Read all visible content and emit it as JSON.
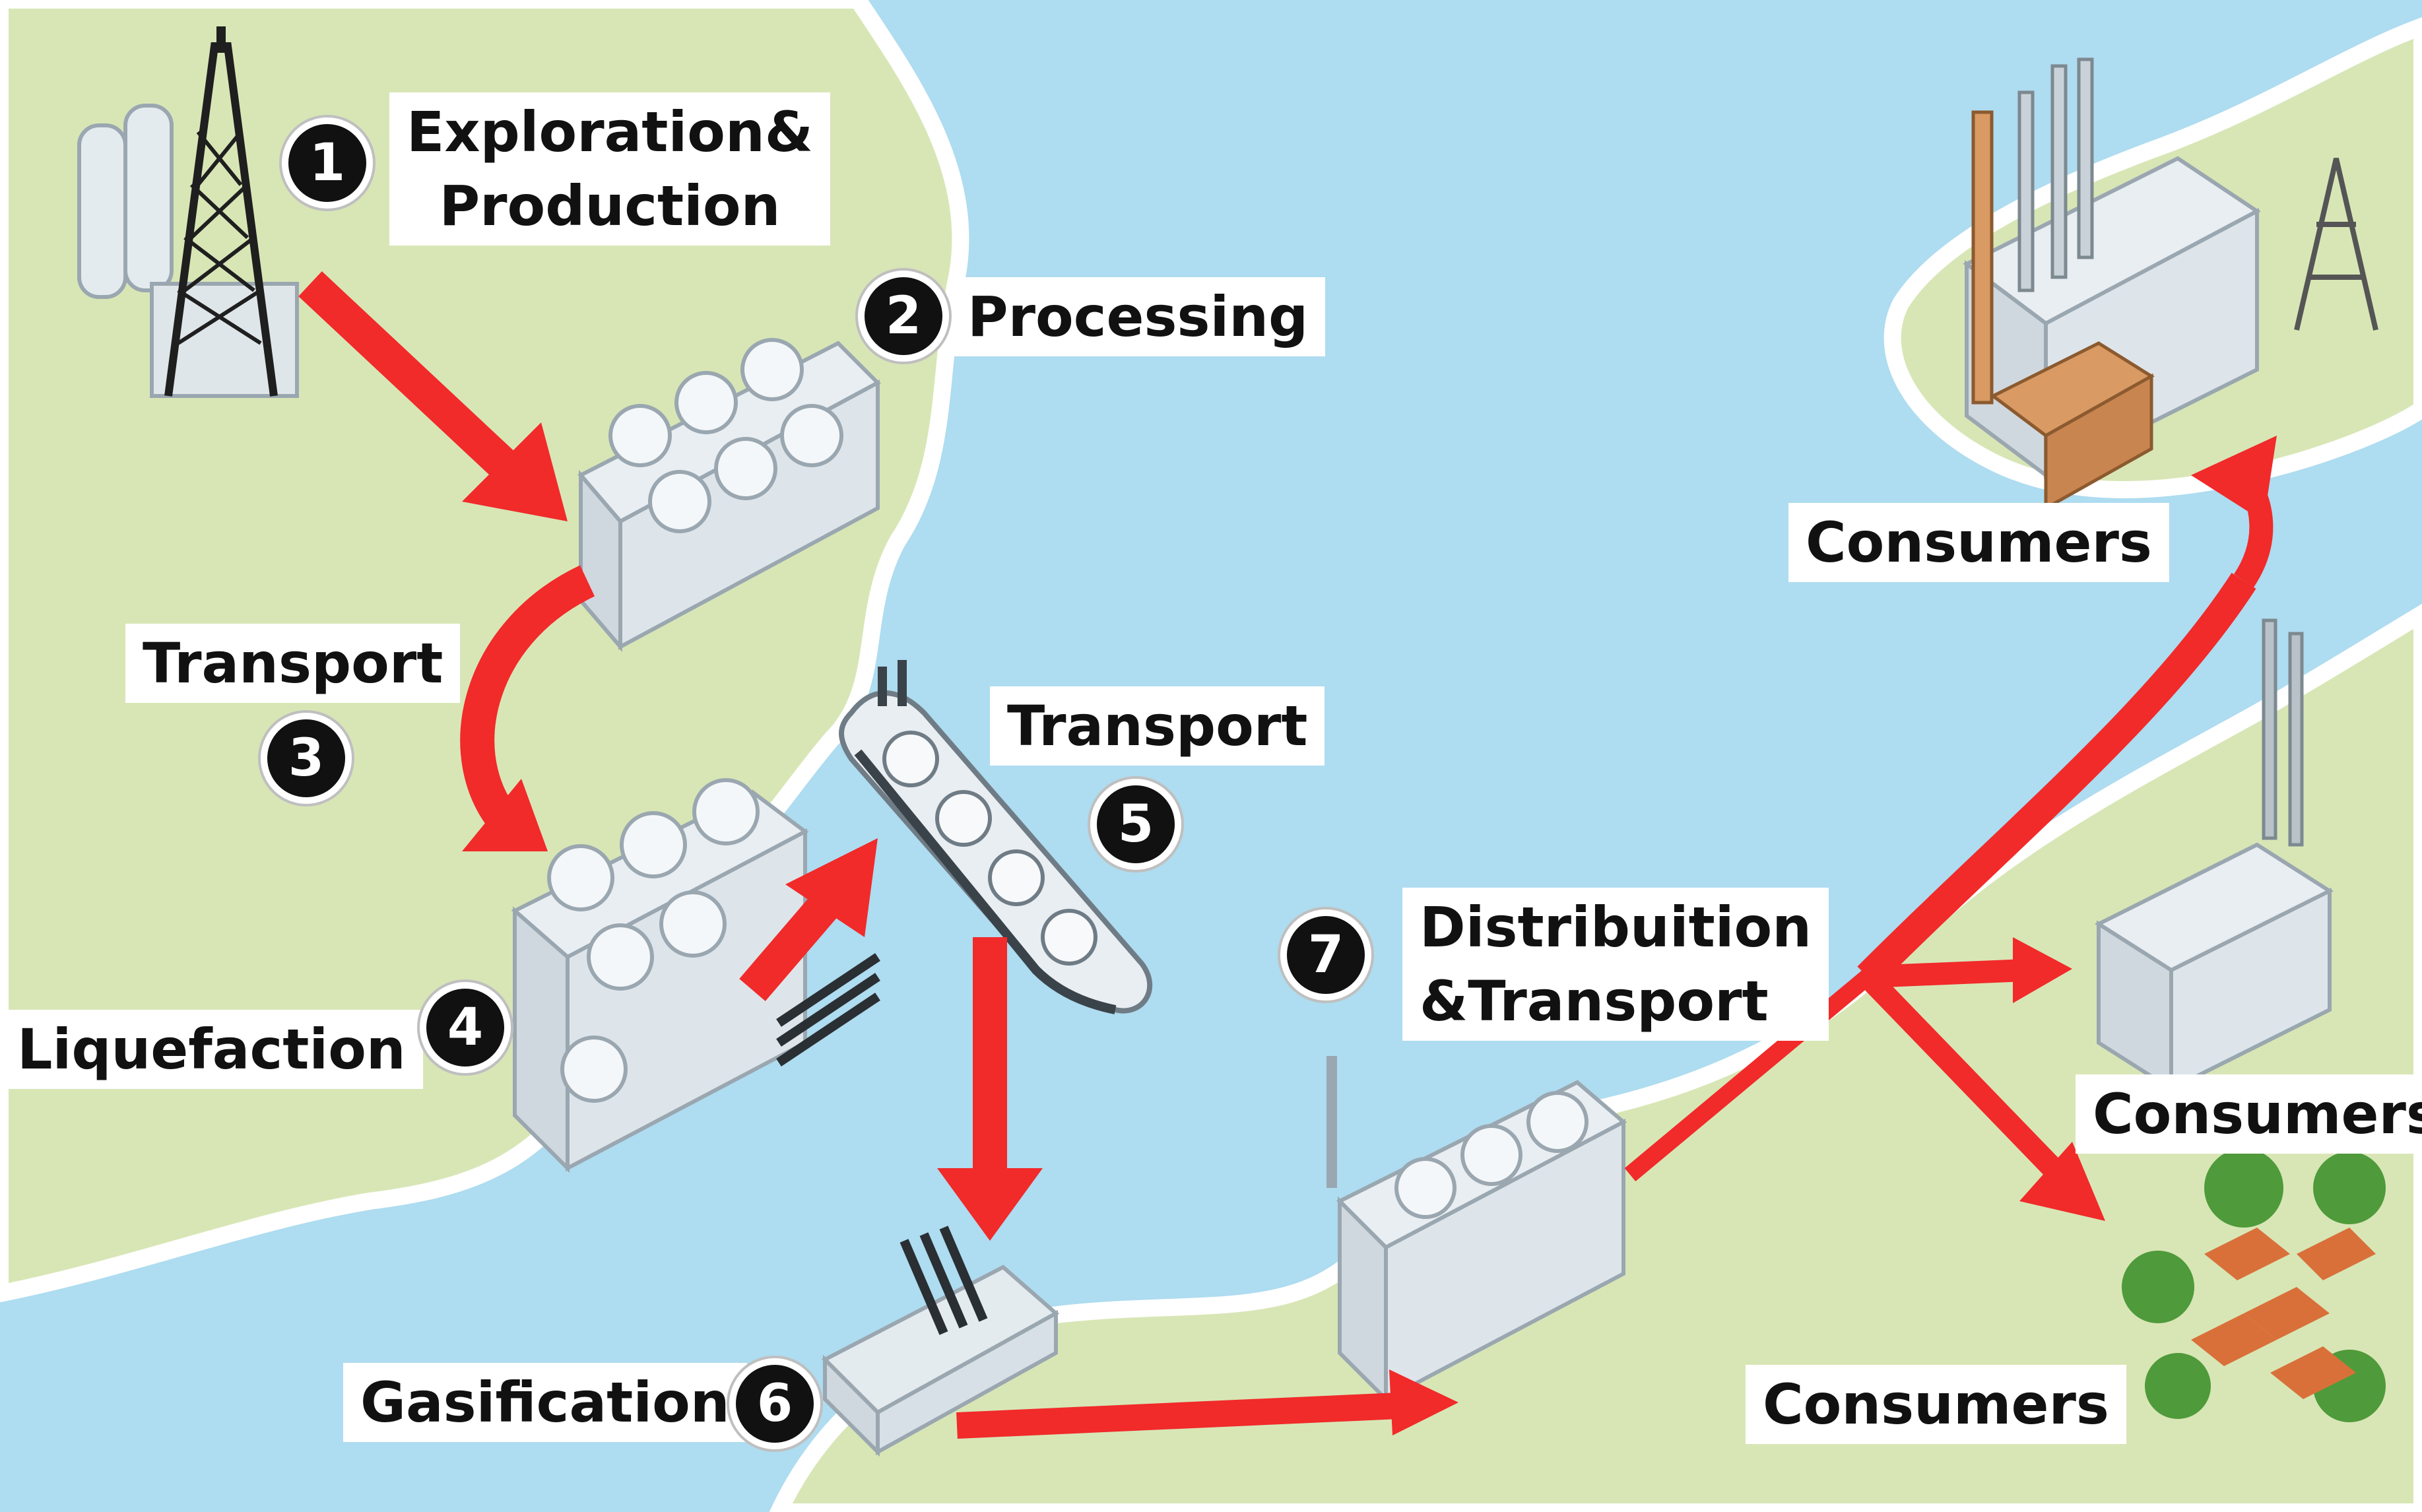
{
  "colors": {
    "land": "#d8e6b6",
    "water": "#aedcf0",
    "arrow": "#f12a2a",
    "badge": "#111111",
    "facility": "#e9eef2"
  },
  "stages": [
    {
      "number": "1",
      "label_lines": [
        "Exploration&",
        "Production"
      ]
    },
    {
      "number": "2",
      "label_lines": [
        "Processing"
      ]
    },
    {
      "number": "3",
      "label_lines": [
        "Transport"
      ]
    },
    {
      "number": "4",
      "label_lines": [
        "Liquefaction"
      ]
    },
    {
      "number": "5",
      "label_lines": [
        "Transport"
      ]
    },
    {
      "number": "6",
      "label_lines": [
        "Gasification"
      ]
    },
    {
      "number": "7",
      "label_lines": [
        "Distribuition",
        "&Transport"
      ]
    }
  ],
  "consumers": [
    {
      "label": "Consumers"
    },
    {
      "label": "Consumers"
    },
    {
      "label": "Consumers"
    }
  ]
}
